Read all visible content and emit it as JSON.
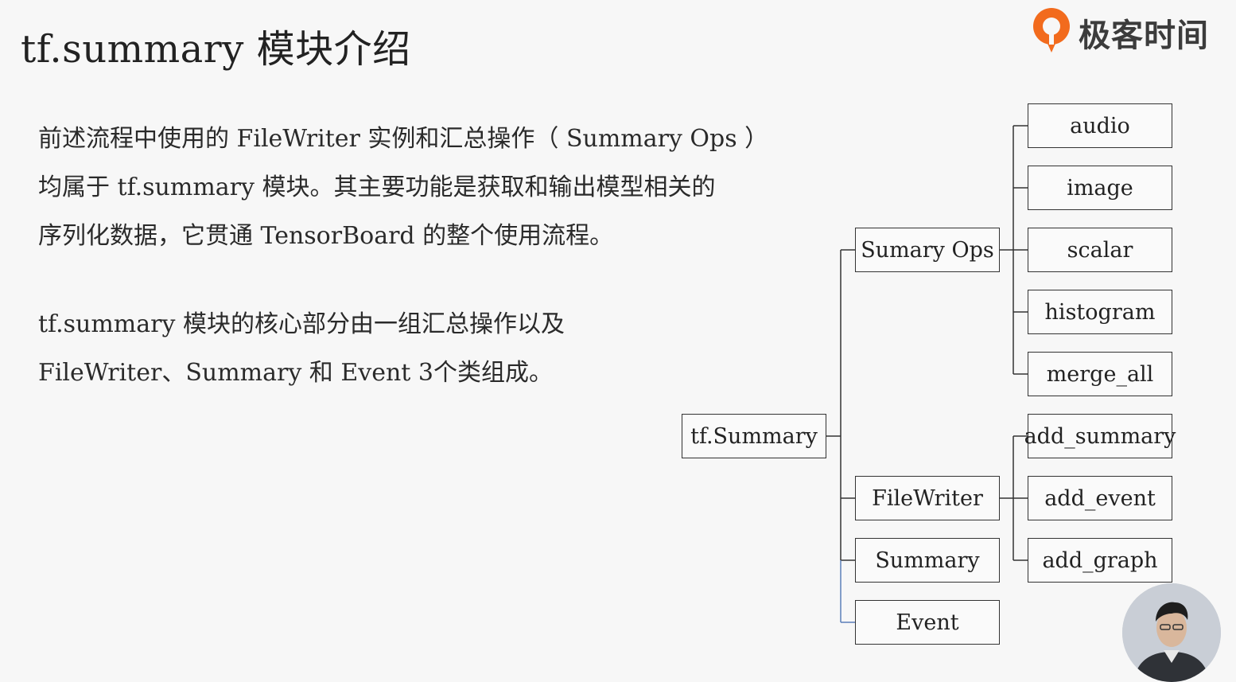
{
  "slide": {
    "title": "tf.summary 模块介绍",
    "brand_name": "极客时间"
  },
  "paragraph1": {
    "lines": [
      "前述流程中使用的 FileWriter 实例和汇总操作（ Summary Ops ）",
      "均属于 tf.summary 模块。其主要功能是获取和输出模型相关的",
      "序列化数据，它贯通 TensorBoard 的整个使用流程。"
    ]
  },
  "paragraph2": {
    "lines": [
      "tf.summary 模块的核心部分由一组汇总操作以及",
      "FileWriter、Summary 和 Event 3个类组成。"
    ]
  },
  "diagram": {
    "root": "tf.Summary",
    "level1": [
      "Sumary Ops",
      "FileWriter",
      "Summary",
      "Event"
    ],
    "summary_ops": [
      "audio",
      "image",
      "scalar",
      "histogram",
      "merge_all"
    ],
    "filewriter_methods": [
      "add_summary",
      "add_event",
      "add_graph"
    ]
  },
  "colors": {
    "background": "#f7f7f7",
    "logo_orange": "#f26b1d",
    "line": "#333333",
    "event_connector": "#5b7fb8"
  },
  "icons": [
    "geektime-logo-icon",
    "presenter-avatar"
  ]
}
